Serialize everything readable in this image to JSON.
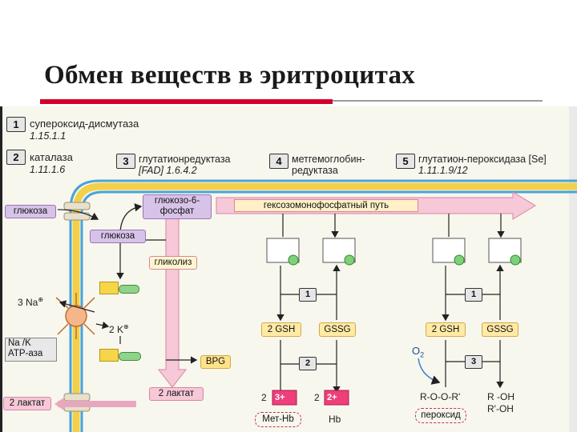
{
  "slide": {
    "title": "Обмен веществ в эритроцитах"
  },
  "enzymes": [
    {
      "num": "1",
      "name": "супероксид-дисмутаза",
      "ec": "1.15.1.1"
    },
    {
      "num": "2",
      "name": "каталаза",
      "ec": "1.11.1.6"
    },
    {
      "num": "3",
      "name": "глутатионредуктаза",
      "line2": "[FAD] 1.6.4.2"
    },
    {
      "num": "4",
      "name": "метгемоглобин-",
      "line2": "редуктаза"
    },
    {
      "num": "5",
      "name": "глутатион-пероксидаза [Se]",
      "ec": "1.11.1.9/12"
    }
  ],
  "diagram": {
    "glucose_out": "глюкоза",
    "glucose_in": "глюкоза",
    "g6p_line1": "глюкозо-6-",
    "g6p_line2": "фосфат",
    "pentose": "гексозомонофосфатный путь",
    "glycolysis": "гликолиз",
    "na": "3 Na",
    "k": "2 K",
    "atpase_line1": "Na /K",
    "atpase_line2": "ATP-аза",
    "bpg": "BPG",
    "lactate_in": "2 лактат",
    "lactate_out": "2 лактат",
    "gsh_left": "2 GSH",
    "gssg_left": "GSSG",
    "gsh_right": "2 GSH",
    "gssg_right": "GSSG",
    "step1_left": "1",
    "step2_left": "2",
    "step1_right": "1",
    "step3_right": "3",
    "o2": "O",
    "fe3_count": "2",
    "fe3": "3+",
    "fe2_count": "2",
    "fe2": "2+",
    "methb": "Мет-Hb",
    "hb": "Hb",
    "roor": "R-O-O-R'",
    "roh1": "R -OH",
    "roh2": "R'-OH",
    "peroxide": "пероксид"
  },
  "colors": {
    "accent_red": "#d4002a",
    "membrane_blue": "#4aa3d8",
    "membrane_yellow": "#f2d04a",
    "pathway_pink": "#f6c8d8",
    "glucose_box": "#c9b6dc",
    "enzyme_box": "#e6e6e6"
  }
}
